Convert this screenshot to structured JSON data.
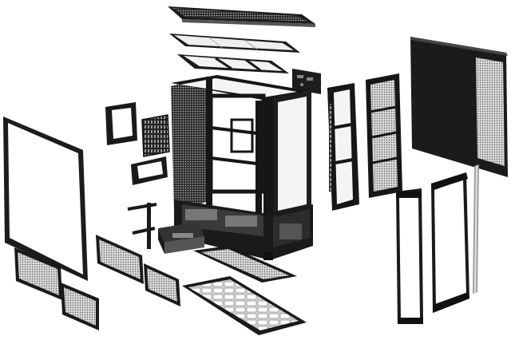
{
  "scene": {
    "subject": "exploded-view-pc-case",
    "colors": {
      "background": "#ffffff",
      "frame": "#1a1a1a",
      "frame_dark": "#0d0d0d",
      "panel_glass": "#f7f7f7",
      "mesh": "#8a8a8a",
      "mesh_light": "#c8c8c8",
      "metal": "#9a9a9a"
    },
    "parts": [
      {
        "name": "top-mesh-cover"
      },
      {
        "name": "top-dust-filter"
      },
      {
        "name": "top-fan-bracket"
      },
      {
        "name": "io-module"
      },
      {
        "name": "main-chassis"
      },
      {
        "name": "rear-pci-bracket"
      },
      {
        "name": "pci-slot-covers"
      },
      {
        "name": "rear-io-shield"
      },
      {
        "name": "gpu-support-bracket"
      },
      {
        "name": "drive-cage"
      },
      {
        "name": "left-glass-panel"
      },
      {
        "name": "left-bottom-vent-panels"
      },
      {
        "name": "bottom-side-vent-panels"
      },
      {
        "name": "bottom-dust-filter"
      },
      {
        "name": "bottom-grille"
      },
      {
        "name": "front-fan-bracket"
      },
      {
        "name": "front-filter-frame"
      },
      {
        "name": "right-side-panel"
      },
      {
        "name": "front-glass-panel"
      },
      {
        "name": "corner-glass-panel"
      },
      {
        "name": "pillar-strip"
      }
    ]
  }
}
